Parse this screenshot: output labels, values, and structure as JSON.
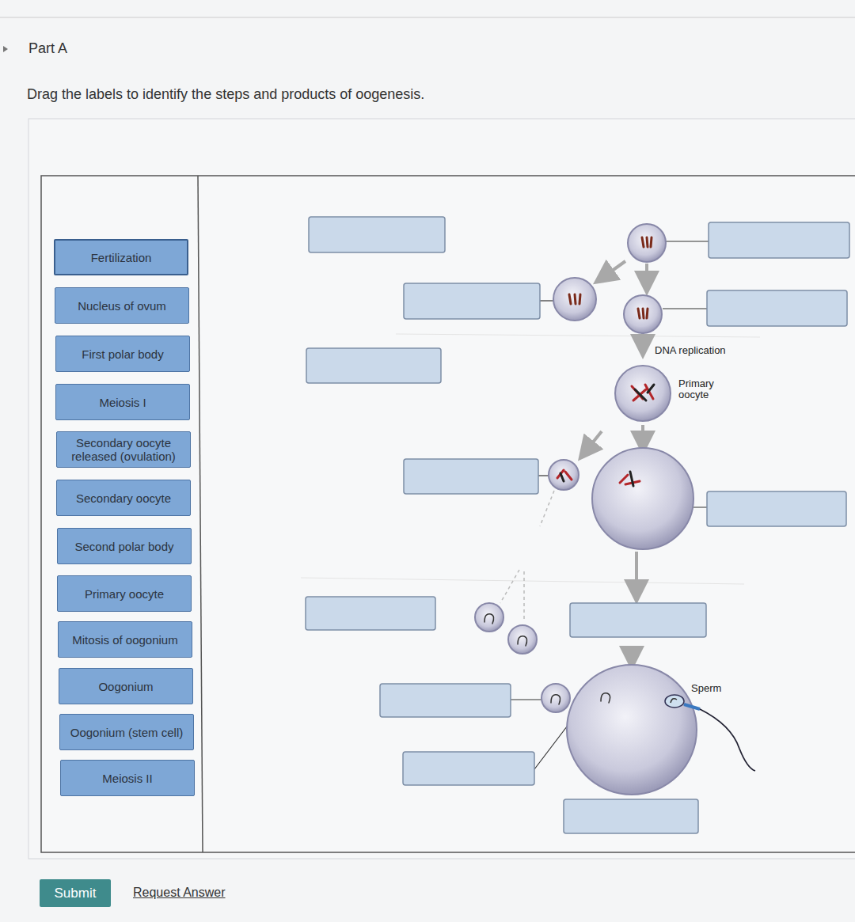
{
  "diagram": {
    "title": "Drag the labels to identify the steps and products of oogenesis.",
    "nodes": [
      {
        "text": [
          "Fertilization"
        ]
      },
      {
        "text": [
          "Nucleus of ovum"
        ]
      },
      {
        "text": [
          "First polar body"
        ]
      },
      {
        "text": [
          "Meiosis I"
        ]
      },
      {
        "text": [
          "Secondary oocyte released (ovulation)"
        ]
      },
      {
        "text": [
          "Secondary oocyte"
        ]
      },
      {
        "text": [
          "Second polar body"
        ]
      },
      {
        "text": [
          "Primary oocyte"
        ]
      },
      {
        "text": [
          "Mitosis of oogonium"
        ]
      },
      {
        "text": [
          "Oogonium"
        ]
      },
      {
        "text": [
          "Oogonium (stem cell)"
        ]
      },
      {
        "text": [
          "Meiosis II"
        ]
      },
      {
        "text": [
          "Submit"
        ]
      }
    ],
    "labels": [
      "Part A",
      "DNA replication",
      "Primary oocyte",
      "Sperm",
      "Request Answer"
    ]
  }
}
